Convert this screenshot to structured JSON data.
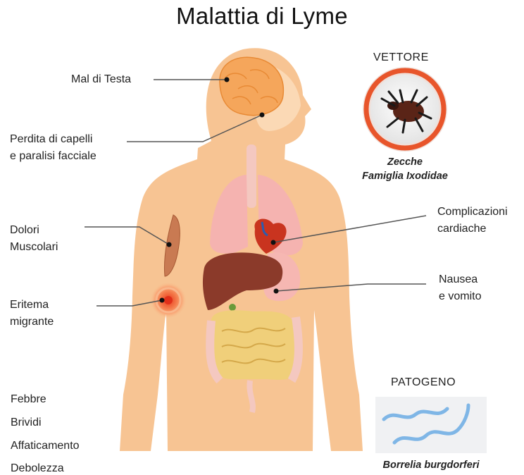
{
  "title": "Malattia di Lyme",
  "labels": {
    "mal_di_testa": "Mal di Testa",
    "perdita_line1": "Perdita di capelli",
    "perdita_line2": "e paralisi facciale",
    "dolori_line1": "Dolori",
    "dolori_line2": "Muscolari",
    "eritema_line1": "Eritema",
    "eritema_line2": "migrante",
    "complicazioni_line1": "Complicazioni",
    "complicazioni_line2": "cardiache",
    "nausea_line1": "Nausea",
    "nausea_line2": "e vomito"
  },
  "vettore": {
    "heading": "VETTORE",
    "name_line1": "Zecche",
    "name_line2": "Famiglia Ixodidae"
  },
  "patogeno": {
    "heading": "PATOGENO",
    "name": "Borrelia burgdorferi"
  },
  "general_symptoms": [
    "Febbre",
    "Brividi",
    "Affaticamento",
    "Debolezza"
  ],
  "colors": {
    "skin": "#f7c493",
    "skin_light": "#fbd9b5",
    "lungs": "#f5b3b0",
    "liver": "#8b3a2a",
    "intestine": "#f2dc8a",
    "tick_ring": "#e8552b",
    "bacteria": "#7fb6e6",
    "leader_line": "#555555"
  }
}
